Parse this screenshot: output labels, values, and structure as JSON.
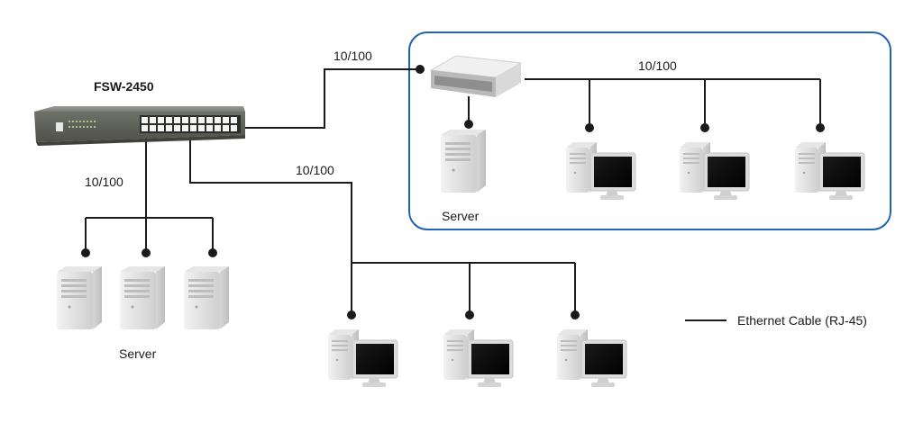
{
  "switch": {
    "model": "FSW-2450"
  },
  "links": {
    "uplink_speed": "10/100",
    "server_branch_speed": "10/100",
    "client_branch_speed": "10/100",
    "remote_lan_speed": "10/100"
  },
  "labels": {
    "local_server": "Server",
    "remote_server": "Server"
  },
  "legend": {
    "cable": "Ethernet Cable (RJ-45)"
  },
  "colors": {
    "cable": "#1a1a1a",
    "remote_lan_border": "#1e63b5",
    "device_gray": "#d9d9d9",
    "switch_body": "#6b6e66"
  }
}
